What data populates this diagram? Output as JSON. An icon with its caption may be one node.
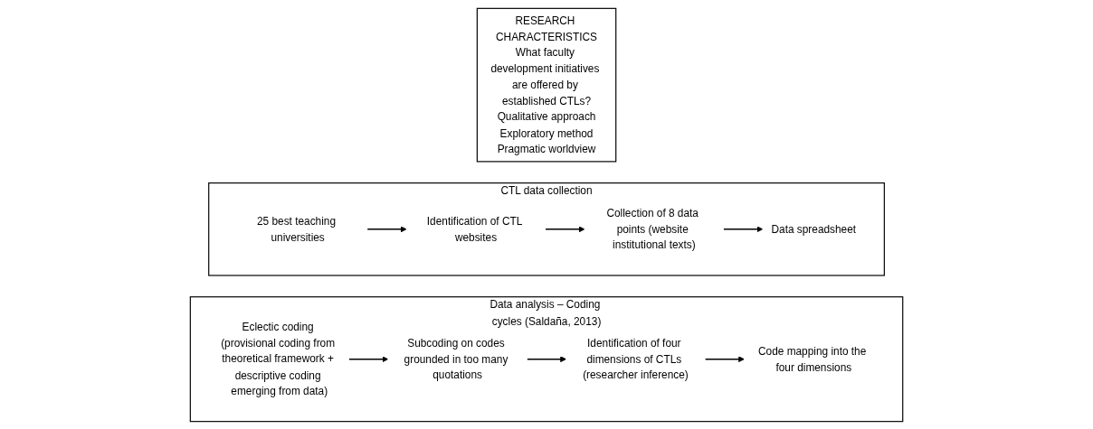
{
  "diagram": {
    "nodes": [
      {
        "text": [
          "RESEARCH CHARACTERISTICS",
          "What faculty development initiatives are offered by established CTLs?",
          "Qualitative approach",
          "Exploratory method",
          "Pragmatic worldview"
        ]
      },
      {
        "text": [
          "CTL data collection"
        ]
      },
      {
        "text": [
          "25 best teaching universities"
        ],
        "in": 1
      },
      {
        "text": [
          "Identification of CTL websites"
        ],
        "in": 1
      },
      {
        "text": [
          "Collection of 8 data points (website institutional texts)"
        ],
        "in": 1
      },
      {
        "text": [
          "Data spreadsheet"
        ],
        "in": 1
      },
      {
        "text": [
          "Data analysis – Coding cycles (Saldaña, 2013)"
        ]
      },
      {
        "text": [
          "Eclectic coding (provisional coding from theoretical framework + descriptive coding emerging from data)"
        ],
        "in": 6
      },
      {
        "text": [
          "Subcoding on codes grounded in too many quotations"
        ],
        "in": 6
      },
      {
        "text": [
          "Identification of four dimensions of CTLs (researcher inference)"
        ],
        "in": 6
      },
      {
        "text": [
          "Code mapping into the four dimensions"
        ],
        "in": 6
      }
    ],
    "edges": [
      {
        "from": 2,
        "to": 3,
        "arrow": "to"
      },
      {
        "from": 3,
        "to": 4,
        "arrow": "to"
      },
      {
        "from": 4,
        "to": 5,
        "arrow": "to"
      },
      {
        "from": 7,
        "to": 8,
        "arrow": "to"
      },
      {
        "from": 8,
        "to": 9,
        "arrow": "to"
      },
      {
        "from": 9,
        "to": 10,
        "arrow": "to"
      }
    ]
  }
}
